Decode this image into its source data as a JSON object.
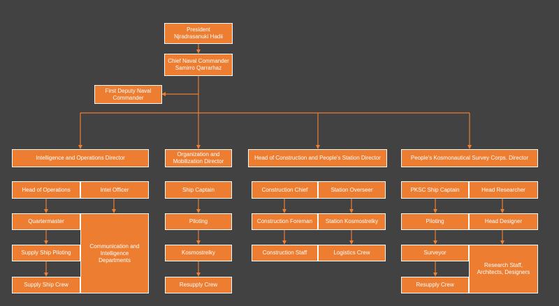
{
  "colors": {
    "background": "#424242",
    "node_fill": "#ed7d31",
    "node_border": "#ffffff",
    "line": "#ed7d31",
    "text": "#ffffff"
  },
  "nodes": {
    "president": "President\nNjradrasanuki Hadii",
    "chief": "Chief Naval Commander\nSamirro Qarrarhaz",
    "deputy": "First Deputy Naval\nCommander",
    "intel_ops_director": "Intelligence and Operations Director",
    "org_mob_director": "Organization and\nMobilization Director",
    "construction_director": "Head of Construction and People's Station Director",
    "survey_director": "People's Kosmonautical Survey Corps. Director",
    "head_of_operations": "Head of Operations",
    "intel_officer": "Intel Officer",
    "quartermaster": "Quartermaster",
    "supply_ship_piloting": "Supply Ship Piloting",
    "supply_ship_crew": "Supply Ship Crew",
    "comm_intel_departments": "Communication and\nIntelligence\nDepartments",
    "ship_captain": "Ship Captain",
    "piloting_org": "Piloting",
    "kosmostrelky": "Kosmostrelky",
    "resupply_crew_org": "Resupply Crew",
    "construction_chief": "Construction Chief",
    "station_overseer": "Station Overseer",
    "construction_foreman": "Construction Foreman",
    "station_kosmostrelky": "Station Kosmostrelky",
    "construction_staff": "Construction Staff",
    "logistics_crew": "Logistics Crew",
    "pksc_ship_captain": "PKSC Ship Captain",
    "head_researcher": "Head Researcher",
    "piloting_pksc": "Piloting",
    "head_designer": "Head Designer",
    "surveyor": "Surveyor",
    "resupply_crew_pksc": "Resupply Crew",
    "research_staff": "Research Staff,\nArchitects, Designers"
  }
}
